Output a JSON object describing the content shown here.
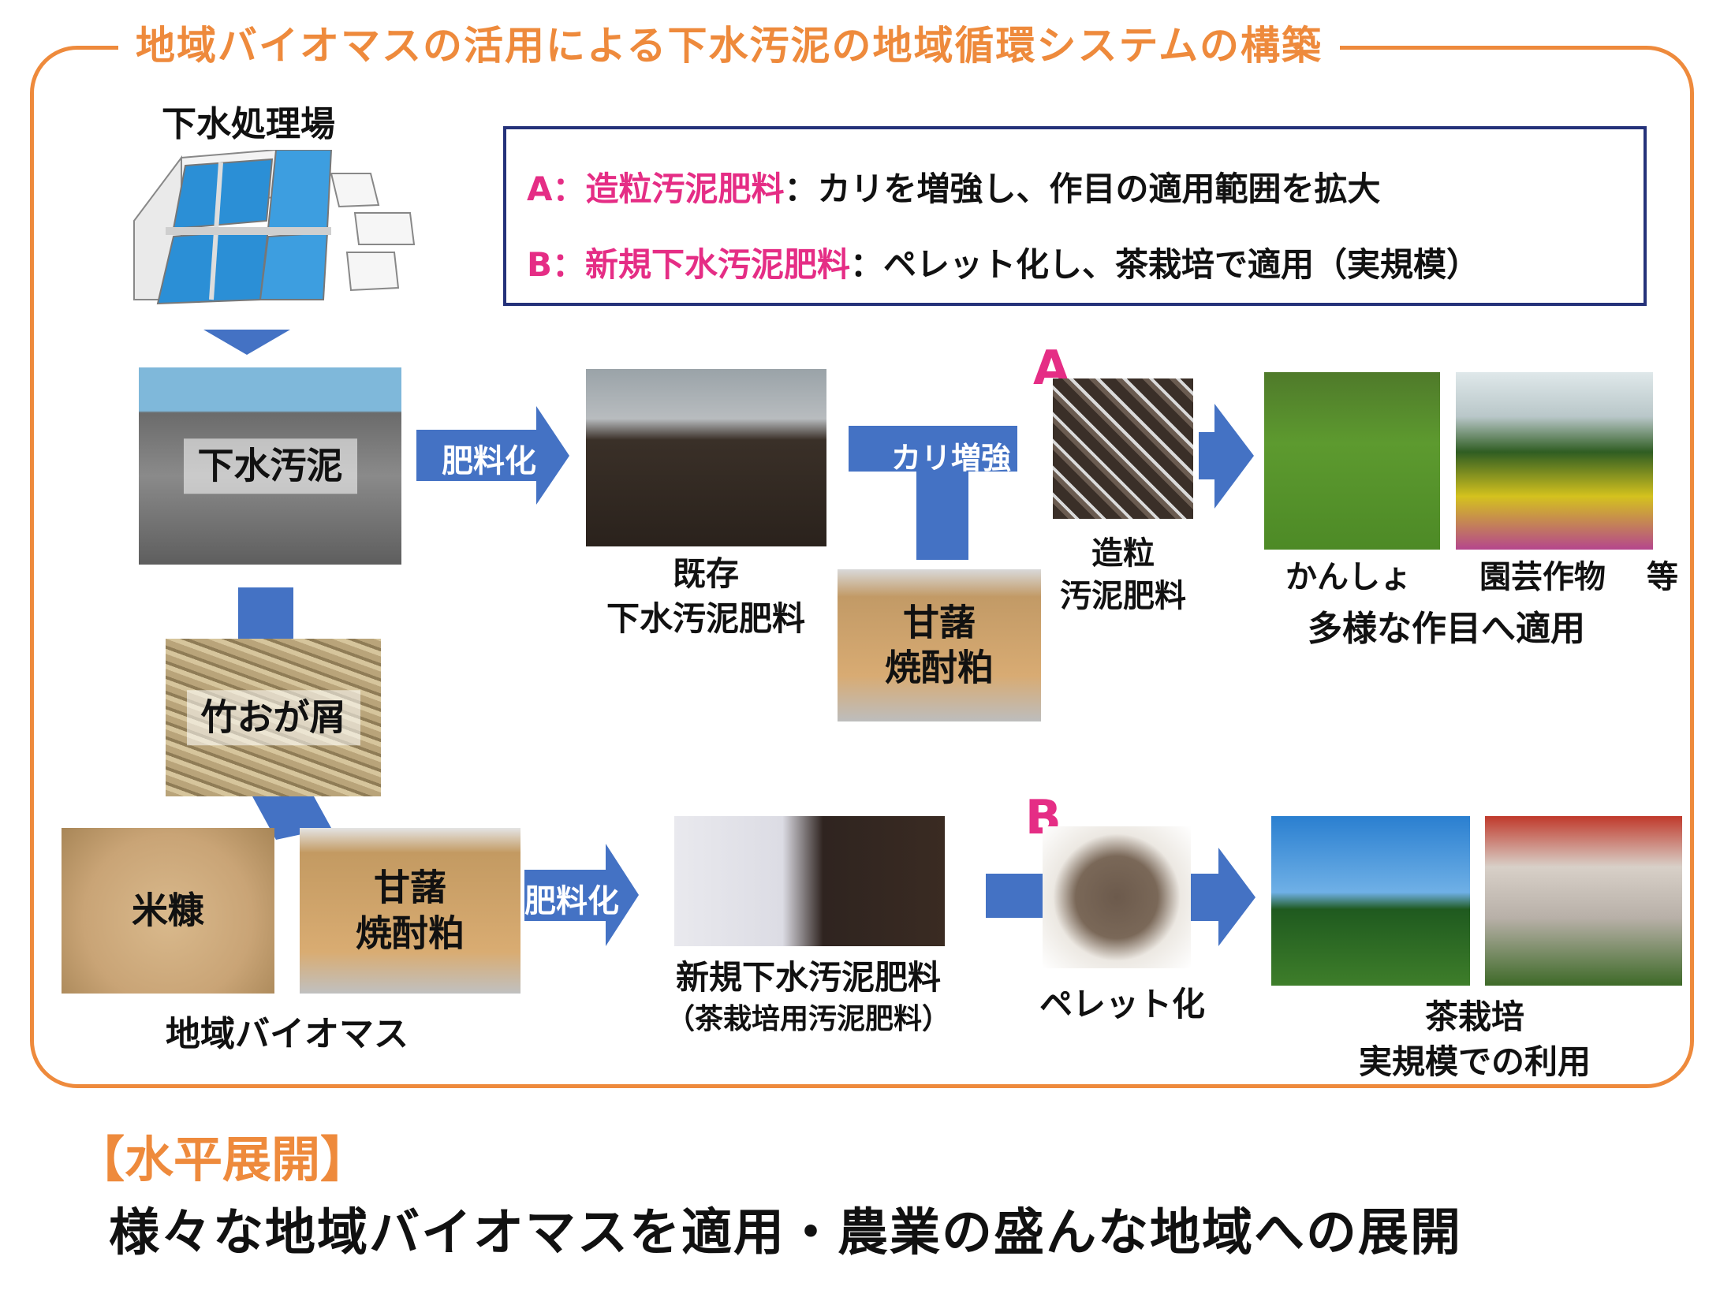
{
  "title": "地域バイオマスの活用による下水汚泥の地域循環システムの構築",
  "legend": {
    "a_prefix": "A：",
    "a_name": "造粒汚泥肥料",
    "a_desc": "：カリを増強し、作目の適用範囲を拡大",
    "b_prefix": "B：",
    "b_name": "新規下水汚泥肥料",
    "b_desc": "：ペレット化し、茶栽培で適用（実規模）"
  },
  "nodes": {
    "plant_label": "下水処理場",
    "sludge": "下水汚泥",
    "existing_line1": "既存",
    "existing_line2": "下水汚泥肥料",
    "shochu_line1": "甘藷",
    "shochu_line2": "焼酎粕",
    "granular_line1": "造粒",
    "granular_line2": "汚泥肥料",
    "crop1": "かんしょ",
    "crop2": "園芸作物",
    "crop_etc": "等",
    "crops_caption": "多様な作目へ適用",
    "bamboo": "竹おが屑",
    "ricebran": "米糠",
    "shochu2_line1": "甘藷",
    "shochu2_line2": "焼酎粕",
    "biomass_caption": "地域バイオマス",
    "new_fert_line1": "新規下水汚泥肥料",
    "new_fert_line2": "（茶栽培用汚泥肥料）",
    "pellet": "ペレット化",
    "tea_line1": "茶栽培",
    "tea_line2": "実規模での利用"
  },
  "arrows": {
    "fertilize1": "肥料化",
    "potash": "カリ増強",
    "fertilize2": "肥料化"
  },
  "markers": {
    "a": "A",
    "b": "B"
  },
  "footer": {
    "heading": "【水平展開】",
    "text": "様々な地域バイオマスを適用・農業の盛んな地域への展開"
  },
  "colors": {
    "orange": "#ee8a3c",
    "arrow_blue": "#4472c4",
    "pink": "#e52d85",
    "navy": "#25327a"
  }
}
